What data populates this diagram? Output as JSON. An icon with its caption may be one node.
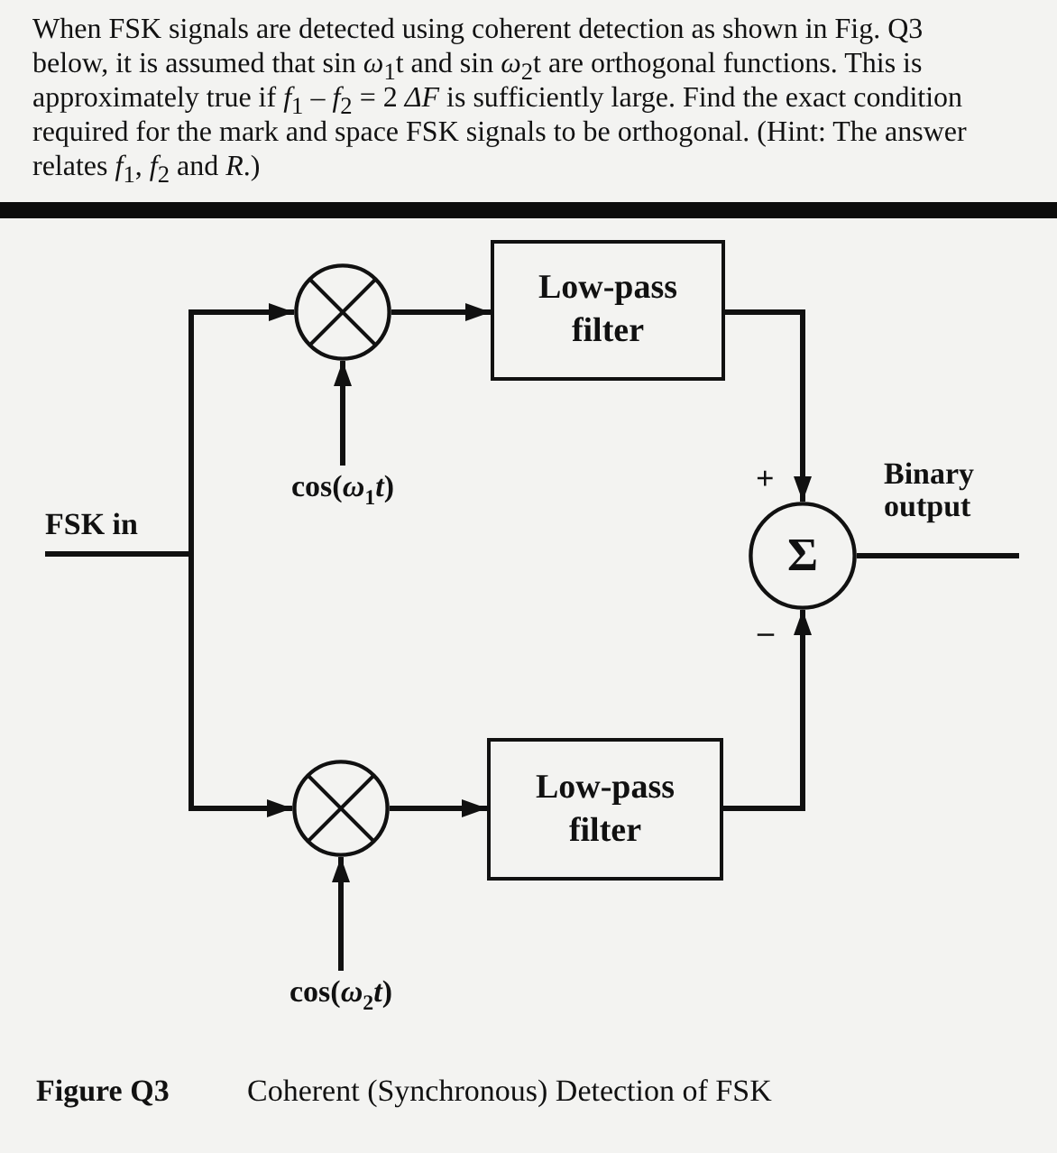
{
  "diagram": {
    "caption": "Coherent (Synchronous) Detection of FSK",
    "nodes": [
      {
        "text": [],
        "shape": "circle"
      },
      {
        "text": [
          "Low-pass filter"
        ]
      },
      {
        "text": [
          "cos(*ω*$_{1}$*t*)"
        ]
      },
      {
        "text": [
          "FSK in"
        ]
      },
      {
        "text": [
          "Binary output"
        ]
      },
      {
        "text": [
          "Σ"
        ],
        "beside": [
          "+",
          "–"
        ]
      },
      {
        "text": [],
        "shape": "circle"
      },
      {
        "text": [
          "Low-pass filter"
        ]
      },
      {
        "text": [
          "cos(*ω*$_{2}$*t*)"
        ]
      }
    ],
    "edges": [
      {
        "from": 3,
        "to": 0,
        "arrow": "to"
      },
      {
        "from": 3,
        "to": 6,
        "arrow": "to"
      },
      {
        "from": 0,
        "to": 1,
        "arrow": "to"
      },
      {
        "from": 2,
        "to": 0,
        "arrow": "to"
      },
      {
        "from": 1,
        "to": 5,
        "arrow": "to"
      },
      {
        "from": 6,
        "to": 7,
        "arrow": "to"
      },
      {
        "from": 8,
        "to": 6,
        "arrow": "to"
      },
      {
        "from": 7,
        "to": 5,
        "arrow": "to"
      },
      {
        "from": 5,
        "to": 4,
        "arrow": "none"
      }
    ],
    "labels": [
      "When FSK signals are detected using coherent detection as shown in Fig. Q3 below, it is assumed that sin *ω*$_{1}$t and sin *ω*$_{2}$t are orthogonal functions. This is approximately true if *f*$_{1}$ – *f*$_{2}$ = 2 *ΔF* is sufficiently large. Find the exact condition required for the mark and space FSK signals to be orthogonal. (Hint: The answer relates *f*$_{1}$, *f*$_{2}$ and *R*.)",
      "Figure Q3"
    ]
  }
}
